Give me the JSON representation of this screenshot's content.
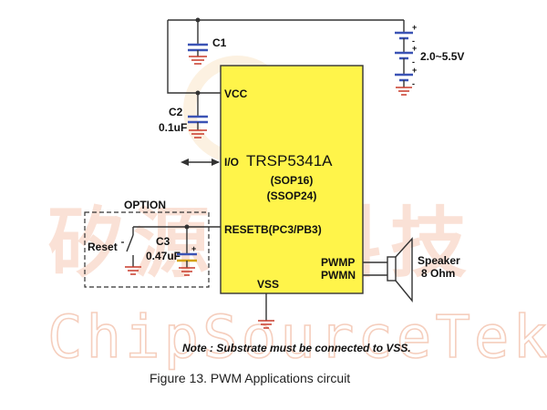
{
  "chip": {
    "part": "TRSP5341A",
    "pkg1": "(SOP16)",
    "pkg2": "(SSOP24)"
  },
  "pins": {
    "vcc": "VCC",
    "io": "I/O",
    "reset": "RESETB(PC3/PB3)",
    "pwmp": "PWMP",
    "pwmn": "PWMN",
    "vss": "VSS"
  },
  "components": {
    "c1": "C1",
    "c2": "C2",
    "c2_value": "0.1uF",
    "c3": "C3",
    "c3_value": "0.47uF",
    "reset_switch": "Reset",
    "battery_voltage": "2.0~5.5V",
    "speaker_name": "Speaker",
    "speaker_impedance": "8 Ohm",
    "option_box": "OPTION"
  },
  "note": "Note : Substrate must be connected to VSS.",
  "caption": "Figure 13.  PWM Applications circuit",
  "watermark": {
    "cn": "矽源特科技",
    "en": "ChipSourceTek."
  },
  "colors": {
    "chip_fill": "#fff44a",
    "ground": "#c83a2a",
    "capacitor": "#3b53b5",
    "watermark": "#f6c9b5"
  }
}
